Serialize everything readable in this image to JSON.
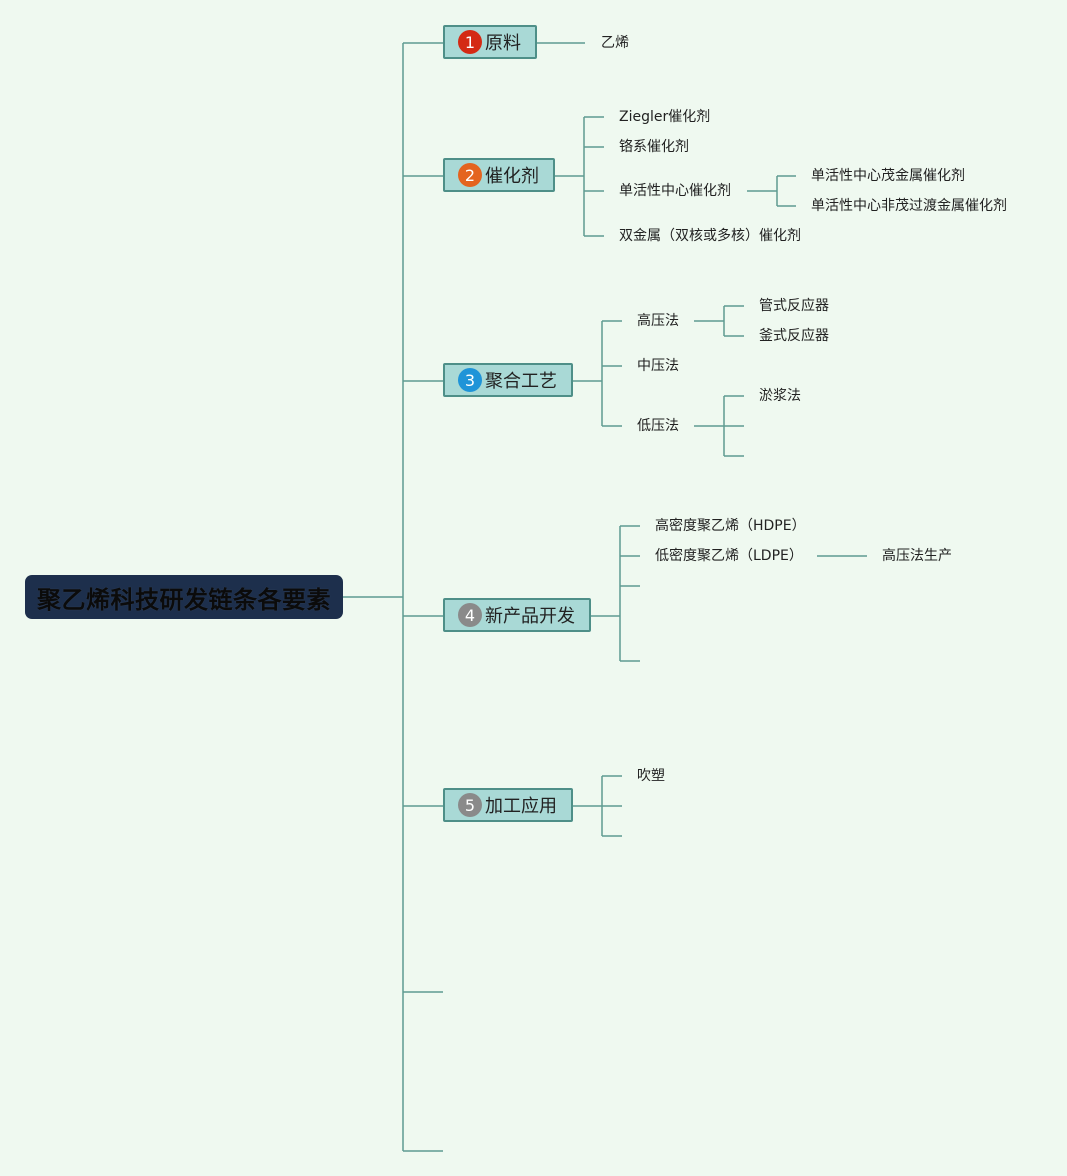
{
  "root": {
    "title": "聚乙烯科技研发链条各要素"
  },
  "topics": [
    {
      "label": "原料",
      "number": "1",
      "badge_color": "#d42a14"
    },
    {
      "label": "催化剂",
      "number": "2",
      "badge_color": "#e4641f"
    },
    {
      "label": "聚合工艺",
      "number": "3",
      "badge_color": "#1f94d8"
    },
    {
      "label": "新产品开发",
      "number": "4",
      "badge_color": "#8a8a8a"
    },
    {
      "label": "加工应用",
      "number": "5",
      "badge_color": "#8a8a8a"
    }
  ],
  "raw_material": {
    "items": [
      "乙烯"
    ]
  },
  "catalyst": {
    "items": [
      "Ziegler催化剂",
      "铬系催化剂",
      "单活性中心催化剂",
      "双金属（双核或多核）催化剂"
    ],
    "single_site_children": [
      "单活性中心茂金属催化剂",
      "单活性中心非茂过渡金属催化剂"
    ]
  },
  "polymerization": {
    "items": [
      "高压法",
      "中压法",
      "低压法"
    ],
    "high_pressure_children": [
      "管式反应器",
      "釜式反应器"
    ],
    "low_pressure_children": [
      "淤浆法"
    ]
  },
  "new_products": {
    "items": [
      "高密度聚乙烯（HDPE）",
      "低密度聚乙烯（LDPE）"
    ],
    "ldpe_children": [
      "高压法生产"
    ]
  },
  "processing": {
    "items": [
      "吹塑"
    ]
  },
  "colors": {
    "background": "#eff9f0",
    "line": "#4e8f88",
    "root_fill": "#1d2f4c",
    "topic_fill": "#a9d9d6"
  }
}
